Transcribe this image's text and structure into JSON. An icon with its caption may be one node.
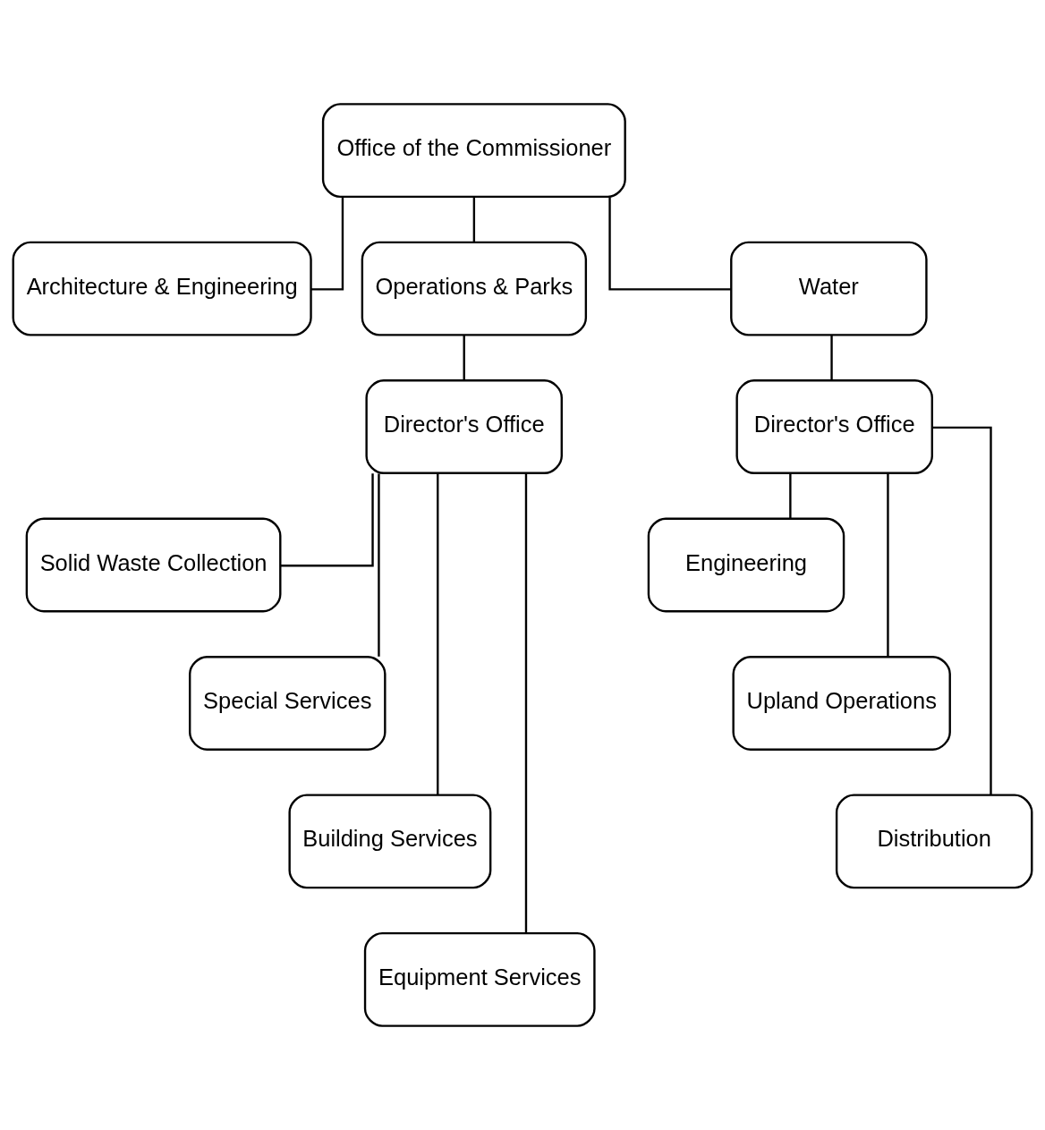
{
  "diagram": {
    "nodes": [
      {
        "text": [
          "Office of the Commissioner"
        ]
      },
      {
        "text": [
          "Architecture & Engineering"
        ]
      },
      {
        "text": [
          "Operations & Parks"
        ]
      },
      {
        "text": [
          "Water"
        ]
      },
      {
        "text": [
          "Director's Office"
        ]
      },
      {
        "text": [
          "Director's Office"
        ]
      },
      {
        "text": [
          "Solid Waste Collection"
        ]
      },
      {
        "text": [
          "Special Services"
        ]
      },
      {
        "text": [
          "Building Services"
        ]
      },
      {
        "text": [
          "Equipment Services"
        ]
      },
      {
        "text": [
          "Engineering"
        ]
      },
      {
        "text": [
          "Upland Operations"
        ]
      },
      {
        "text": [
          "Distribution"
        ]
      }
    ],
    "edges": [
      {
        "from": 0,
        "to": 1,
        "arrow": "none"
      },
      {
        "from": 0,
        "to": 2,
        "arrow": "none"
      },
      {
        "from": 0,
        "to": 3,
        "arrow": "none"
      },
      {
        "from": 2,
        "to": 4,
        "arrow": "none"
      },
      {
        "from": 3,
        "to": 5,
        "arrow": "none"
      },
      {
        "from": 4,
        "to": 6,
        "arrow": "none"
      },
      {
        "from": 4,
        "to": 7,
        "arrow": "none"
      },
      {
        "from": 4,
        "to": 8,
        "arrow": "none"
      },
      {
        "from": 4,
        "to": 9,
        "arrow": "none"
      },
      {
        "from": 5,
        "to": 10,
        "arrow": "none"
      },
      {
        "from": 5,
        "to": 11,
        "arrow": "none"
      },
      {
        "from": 5,
        "to": 12,
        "arrow": "none"
      }
    ]
  }
}
